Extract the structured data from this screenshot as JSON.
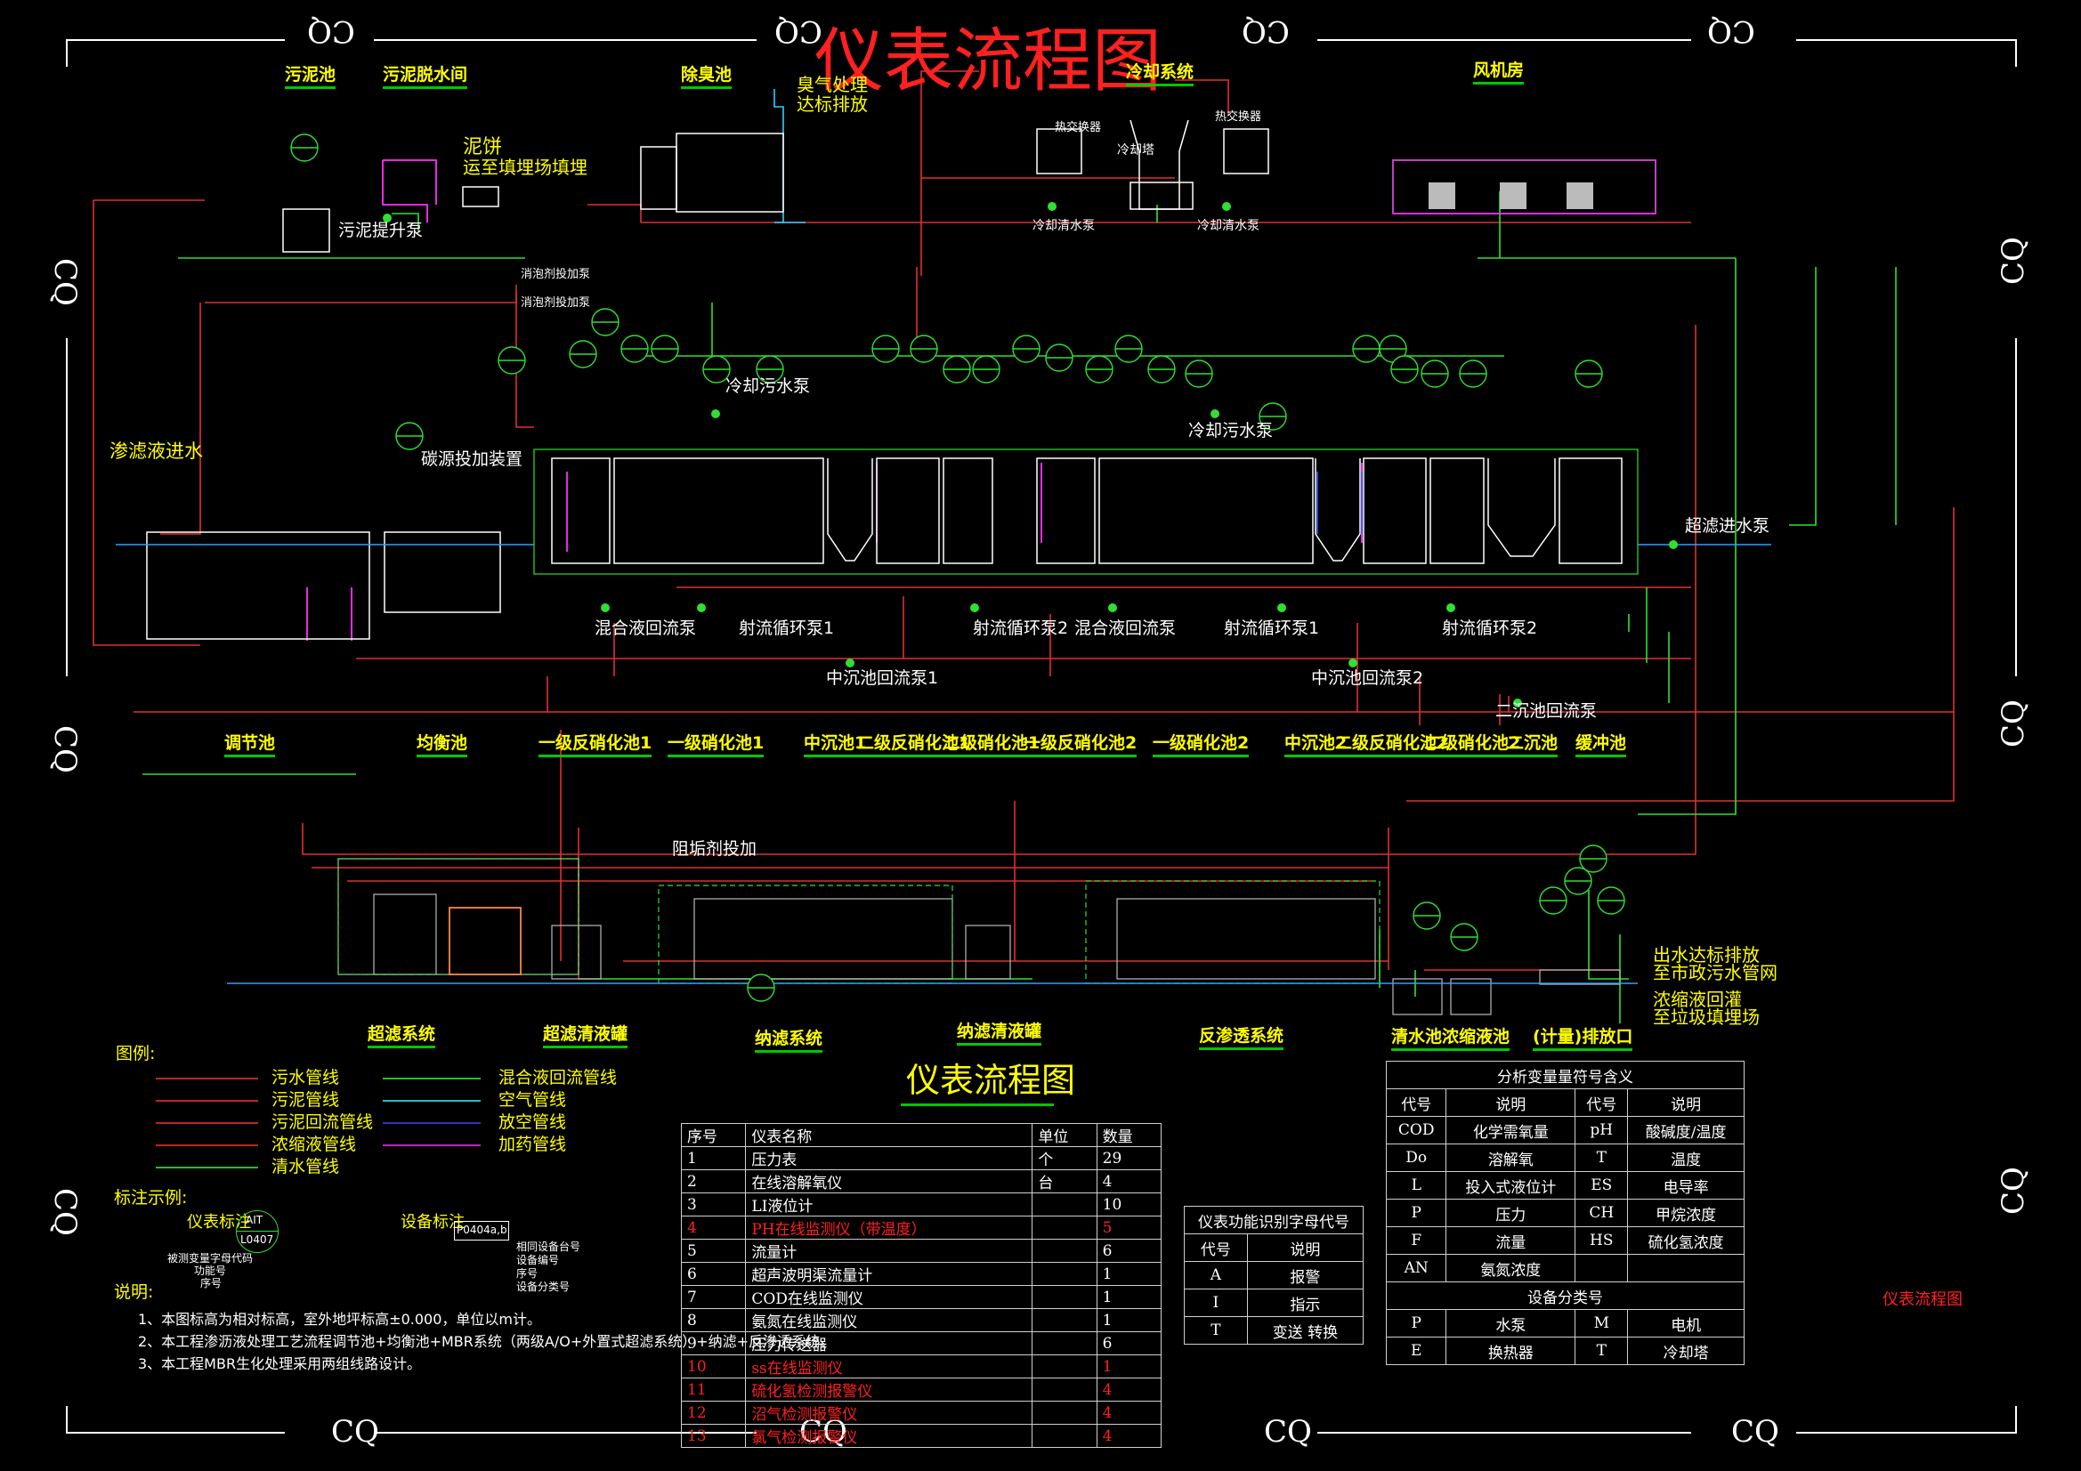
{
  "title": "仪表流程图",
  "border_marks": {
    "cq": "CQ",
    "cq_rot": "CQ"
  },
  "top_labels": [
    "污泥池",
    "污泥脱水间",
    "除臭池",
    "冷却系统",
    "风机房"
  ],
  "annotations": {
    "deodor": "臭气处理",
    "deodor2": "达标排放",
    "sludge_cake": "泥饼",
    "sludge_cake2": "运至填埋场填埋",
    "sludge_pump": "污泥提升泵",
    "dosing1": "消泡剂投加泵",
    "dosing2": "消泡剂投加泵",
    "cool_water_pump1": "冷却清水泵",
    "cool_water_pump2": "冷却清水泵",
    "heat_exch1": "热交换器",
    "heat_exch2": "热交换器",
    "cool_tower": "冷却塔",
    "cool_sewage_pump1": "冷却污水泵",
    "cool_sewage_pump2": "冷却污水泵",
    "leachate_in": "渗滤液进水",
    "carbon_dosing": "碳源投加装置",
    "uf_pump": "超滤进水泵",
    "mix_return1": "混合液回流泵",
    "jet_pump1": "射流循环泵1",
    "jet_pump2": "射流循环泵2",
    "mix_return2": "混合液回流泵",
    "jet_pump3": "射流循环泵1",
    "jet_pump4": "射流循环泵2",
    "mid_return1": "中沉池回流泵1",
    "mid_return2": "中沉池回流泵2",
    "sec_return": "二沉池回流泵",
    "antiscalant": "阻垢剂投加",
    "out_discharge": "出水达标排放",
    "out_discharge2": "至市政污水管网",
    "conc_return": "浓缩液回灌",
    "conc_return2": "至垃圾填埋场"
  },
  "unit_labels": [
    "调节池",
    "均衡池",
    "一级反硝化池1",
    "一级硝化池1",
    "中沉池1",
    "二级反硝化池1",
    "二级硝化池1",
    "一级反硝化池2",
    "一级硝化池2",
    "中沉池2",
    "二级反硝化池2",
    "二级硝化池2",
    "二沉池",
    "缓冲池"
  ],
  "bottom_unit_labels": [
    "超滤系统",
    "超滤清液罐",
    "纳滤系统",
    "纳滤清液罐",
    "反渗透系统",
    "清水池",
    "浓缩液池",
    "(计量)排放口"
  ],
  "legend": {
    "heading": "图例:",
    "items": [
      {
        "label": "污水管线",
        "color": "#ff3030"
      },
      {
        "label": "污泥管线",
        "color": "#ff3030"
      },
      {
        "label": "污泥回流管线",
        "color": "#ff3030"
      },
      {
        "label": "浓缩液管线",
        "color": "#ff3030"
      },
      {
        "label": "清水管线",
        "color": "#30ff30"
      },
      {
        "label": "混合液回流管线",
        "color": "#30ff30"
      },
      {
        "label": "空气管线",
        "color": "#30ffff"
      },
      {
        "label": "放空管线",
        "color": "#4040ff"
      },
      {
        "label": "加药管线",
        "color": "#ff30ff"
      }
    ],
    "note_heading": "标注示例:",
    "inst_label": "仪表标注",
    "equip_label": "设备标注",
    "inst_tag_top": "AIT",
    "inst_tag_bottom": "L0407",
    "inst_notes": [
      "被测变量字母代码",
      "功能号",
      "序号"
    ],
    "equip_tag": "P0404a,b",
    "equip_notes": [
      "相同设备台号",
      "设备编号",
      "序号",
      "设备分类号"
    ]
  },
  "notes": {
    "heading": "说明:",
    "lines": [
      "1、本图标高为相对标高，室外地坪标高±0.000，单位以m计。",
      "2、本工程渗沥液处理工艺流程调节池+均衡池+MBR系统（两级A/O+外置式超滤系统）+纳滤+反渗透系统。",
      "3、本工程MBR生化处理采用两组线路设计。"
    ]
  },
  "inst_table": {
    "title": "仪表流程图",
    "headers": [
      "序号",
      "仪表名称",
      "单位",
      "数量"
    ],
    "rows": [
      {
        "no": "1",
        "name": "压力表",
        "unit": "个",
        "qty": "29",
        "red": false
      },
      {
        "no": "2",
        "name": "在线溶解氧仪",
        "unit": "台",
        "qty": "4",
        "red": false
      },
      {
        "no": "3",
        "name": "LI液位计",
        "unit": "",
        "qty": "10",
        "red": false
      },
      {
        "no": "4",
        "name": "PH在线监测仪（带温度）",
        "unit": "",
        "qty": "5",
        "red": true
      },
      {
        "no": "5",
        "name": "流量计",
        "unit": "",
        "qty": "6",
        "red": false
      },
      {
        "no": "6",
        "name": "超声波明渠流量计",
        "unit": "",
        "qty": "1",
        "red": false
      },
      {
        "no": "7",
        "name": "COD在线监测仪",
        "unit": "",
        "qty": "1",
        "red": false
      },
      {
        "no": "8",
        "name": "氨氮在线监测仪",
        "unit": "",
        "qty": "1",
        "red": false
      },
      {
        "no": "9",
        "name": "压力传送器",
        "unit": "",
        "qty": "6",
        "red": false
      },
      {
        "no": "10",
        "name": "ss在线监测仪",
        "unit": "",
        "qty": "1",
        "red": true
      },
      {
        "no": "11",
        "name": "硫化氢检测报警仪",
        "unit": "",
        "qty": "4",
        "red": true
      },
      {
        "no": "12",
        "name": "沼气检测报警仪",
        "unit": "",
        "qty": "4",
        "red": true
      },
      {
        "no": "13",
        "name": "氯气检测报警仪",
        "unit": "",
        "qty": "4",
        "red": true
      }
    ]
  },
  "func_table": {
    "title": "仪表功能识别字母代号",
    "headers": [
      "代号",
      "说明"
    ],
    "rows": [
      [
        "A",
        "报警"
      ],
      [
        "I",
        "指示"
      ],
      [
        "T",
        "变送 转换"
      ]
    ]
  },
  "var_table": {
    "title": "分析变量量符号含义",
    "headers": [
      "代号",
      "说明",
      "代号",
      "说明"
    ],
    "rows": [
      [
        "COD",
        "化学需氧量",
        "pH",
        "酸碱度/温度"
      ],
      [
        "Do",
        "溶解氧",
        "T",
        "温度"
      ],
      [
        "L",
        "投入式液位计",
        "ES",
        "电导率"
      ],
      [
        "P",
        "压力",
        "CH",
        "甲烷浓度"
      ],
      [
        "F",
        "流量",
        "HS",
        "硫化氢浓度"
      ],
      [
        "AN",
        "氨氮浓度",
        "",
        ""
      ]
    ],
    "sub_title": "设备分类号",
    "sub_rows": [
      [
        "P",
        "水泵",
        "M",
        "电机"
      ],
      [
        "E",
        "换热器",
        "T",
        "冷却塔"
      ]
    ]
  },
  "corner_label": "仪表流程图"
}
